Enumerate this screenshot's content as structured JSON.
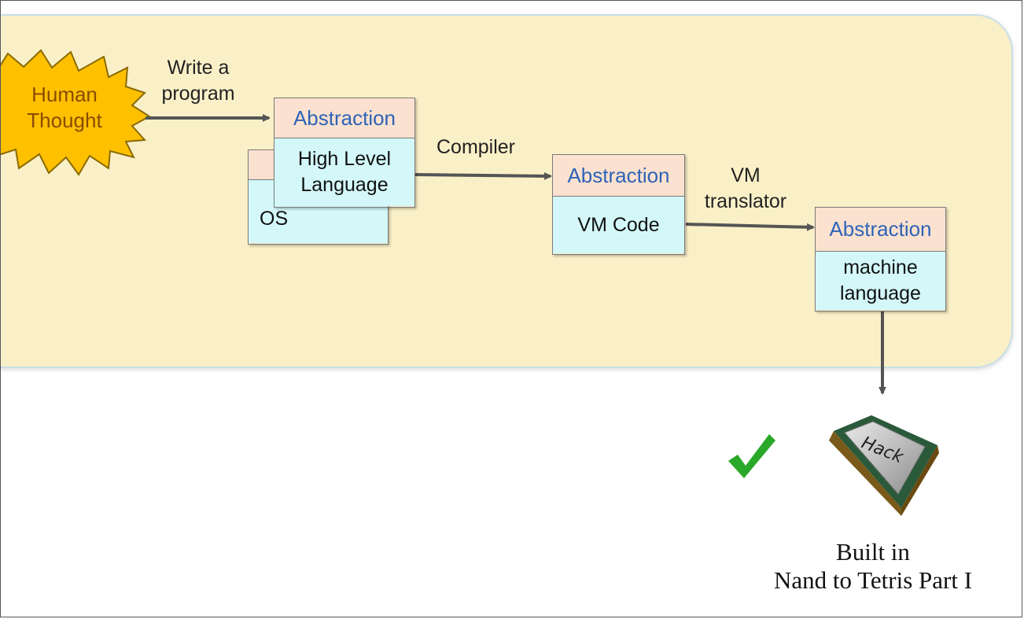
{
  "diagram": {
    "human_thought": "Human\nThought",
    "arrows": {
      "write_program": "Write a\nprogram",
      "compiler": "Compiler",
      "vm_translator": "VM\ntranslator"
    },
    "boxes": {
      "os": {
        "body": "OS"
      },
      "high_level": {
        "header": "Abstraction",
        "body": "High Level\nLanguage"
      },
      "vm_code": {
        "header": "Abstraction",
        "body": "VM Code"
      },
      "machine": {
        "header": "Abstraction",
        "body": "machine\nlanguage"
      }
    },
    "chip_label": "Hack",
    "caption": "Built in\nNand to Tetris Part I"
  },
  "colors": {
    "panel": "#faf0c8",
    "header": "#fbe1cf",
    "body": "#d4f8fa",
    "header_text": "#2e63b8",
    "starburst": "#ffc000",
    "check": "#2aa82a",
    "arrow": "#555555"
  }
}
